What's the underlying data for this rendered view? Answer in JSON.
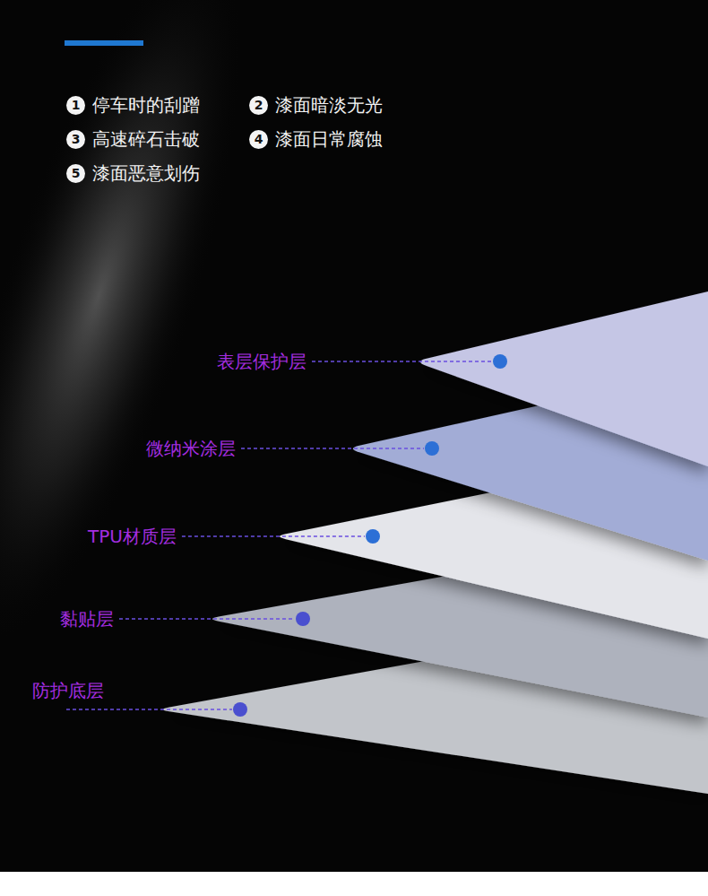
{
  "diagram": {
    "labels": [
      "1",
      "停车时的刮蹭",
      "2",
      "漆面暗淡无光",
      "3",
      "高速碎石击破",
      "4",
      "漆面日常腐蚀",
      "5",
      "漆面恶意划伤",
      "表层保护层",
      "微纳米涂层",
      "TPU材质层",
      "黏贴层",
      "防护底层"
    ]
  }
}
